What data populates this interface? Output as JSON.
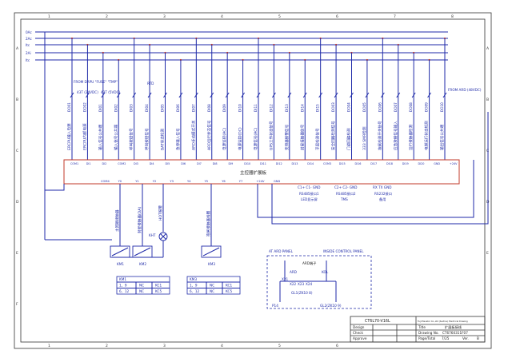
{
  "frame": {
    "col_labels": [
      "1",
      "2",
      "3",
      "4",
      "5",
      "6",
      "7",
      "8"
    ],
    "row_labels": [
      "A",
      "B",
      "C",
      "D",
      "E",
      "F"
    ]
  },
  "rails": [
    {
      "label": "0Ac"
    },
    {
      "label": "2Ac"
    },
    {
      "label": "Itc"
    },
    {
      "label": "2Ai"
    },
    {
      "label": "Itc"
    }
  ],
  "supply_labels": {
    "from_drpu": "FROM DRPU \"FUSE\" \"TMP\"",
    "v24": "43T (24VDC)",
    "v5": "43T (5VDC)",
    "from_ard": "FROM ARD (48VDC)",
    "rtd": "RTD"
  },
  "upper_terminals": [
    {
      "id": "DO01",
      "text": "ERCPU输入电源"
    },
    {
      "id": "DO02",
      "text": "ERCPU内部电源"
    },
    {
      "id": "DI01",
      "text": "输入信号公共端"
    },
    {
      "id": "DI02",
      "text": "输入信号公共端"
    },
    {
      "id": "DI03",
      "text": "呼叫按钮信号"
    },
    {
      "id": "DI04",
      "text": "呼叫按钮信号"
    },
    {
      "id": "DI05",
      "text": "BAT状态检测"
    },
    {
      "id": "DI06",
      "text": "急停输入信号"
    },
    {
      "id": "DI07",
      "text": "ARD手动模式开关"
    },
    {
      "id": "DI08",
      "text": "ARD运行状态信号"
    },
    {
      "id": "DI09",
      "text": "电源监控(AC)"
    },
    {
      "id": "DI10",
      "text": "电源监控(DC)"
    },
    {
      "id": "DI11",
      "text": "电源信号(AC)"
    },
    {
      "id": "DI12",
      "text": "UPS工作状态信号"
    },
    {
      "id": "DI13",
      "text": "变频器报警信号"
    },
    {
      "id": "DI14",
      "text": "封星接触器信号"
    },
    {
      "id": "DI15",
      "text": "平层检测信号"
    },
    {
      "id": "DO03",
      "text": "安全回路检测信号"
    },
    {
      "id": "DO04",
      "text": "门锁回路检测"
    },
    {
      "id": "DO05",
      "text": "333 SMR检测"
    },
    {
      "id": "DO06",
      "text": "抱闸检测开关信号"
    },
    {
      "id": "DO07",
      "text": "应急救援信号输入"
    },
    {
      "id": "DO08",
      "text": "运行接触器检测"
    },
    {
      "id": "DO09",
      "text": "电梯运行状态检测"
    },
    {
      "id": "DO10",
      "text": "输出信号公共端"
    }
  ],
  "board": {
    "title": "主控器扩展板",
    "top_pins": [
      "COM1",
      "DI1",
      "DI2",
      "COM2",
      "DI3",
      "DI4",
      "DI5",
      "DI6",
      "DI7",
      "DI8",
      "DI9",
      "DI10",
      "DI11",
      "DI12",
      "DI13",
      "DI14",
      "COM3",
      "DI15",
      "DI16",
      "DI17",
      "DI18",
      "DI19",
      "DI20",
      "GND",
      "+24V"
    ],
    "bottom_pins": [
      "COM4",
      "Y0",
      "Y1",
      "Y2",
      "Y3",
      "Y4",
      "Y5",
      "Y6",
      "Y7",
      "+24V",
      "GND"
    ],
    "comm": [
      {
        "pins": "C1+ C1- GND",
        "label": "RS485接口1",
        "sub": "LED显示屏"
      },
      {
        "pins": "C2+ C2- GND",
        "label": "RS485接口2",
        "sub": "TMS"
      },
      {
        "pins": "RX TX GND",
        "label": "RS232接口",
        "sub": "备用"
      }
    ]
  },
  "outputs": [
    {
      "text": "主回路接触器",
      "dev": "KM1"
    },
    {
      "text": "封星接触器(DA)",
      "dev": "KM2"
    },
    {
      "text": "HOT报警",
      "dev": "KHT"
    },
    {
      "text": "抱闸接触器线圈",
      "dev": "KM3"
    }
  ],
  "relay_tables": [
    {
      "title": "KM1",
      "rows": [
        [
          "1、9",
          "NC",
          "KC1"
        ],
        [
          "6、12",
          "NC",
          "KC5"
        ]
      ]
    },
    {
      "title": "KM3",
      "rows": [
        [
          "1、9",
          "NC",
          "KC1"
        ],
        [
          "6、12",
          "NC",
          "KC5"
        ]
      ]
    }
  ],
  "ard_box": {
    "left_label": "AT ARD PANEL",
    "right_label": "INSIDE CONTROL PANEL",
    "title": "ARD端子",
    "terminals": [
      "ARD",
      "X21",
      "X22",
      "X23",
      "X24",
      "KOL"
    ],
    "bottom": [
      "P14",
      "GL1(ZK10 8)",
      "GL2(ZK10 9)"
    ]
  },
  "title_block": {
    "company": "CT6L70-V16L",
    "company_sub": "Fuji Elevator Co.,Ltd (Suzhou) Electrical Drawing",
    "design_label": "Design",
    "check_label": "Check",
    "approve_label": "Approve",
    "title_label": "Title",
    "title_value": "扩展板接线",
    "drawing_label": "Drawing No.",
    "drawing_value": "CT6760311F07",
    "page_label": "Page/Total",
    "page_value": "7/25",
    "ver_label": "Ver.",
    "ver_value": "B"
  }
}
